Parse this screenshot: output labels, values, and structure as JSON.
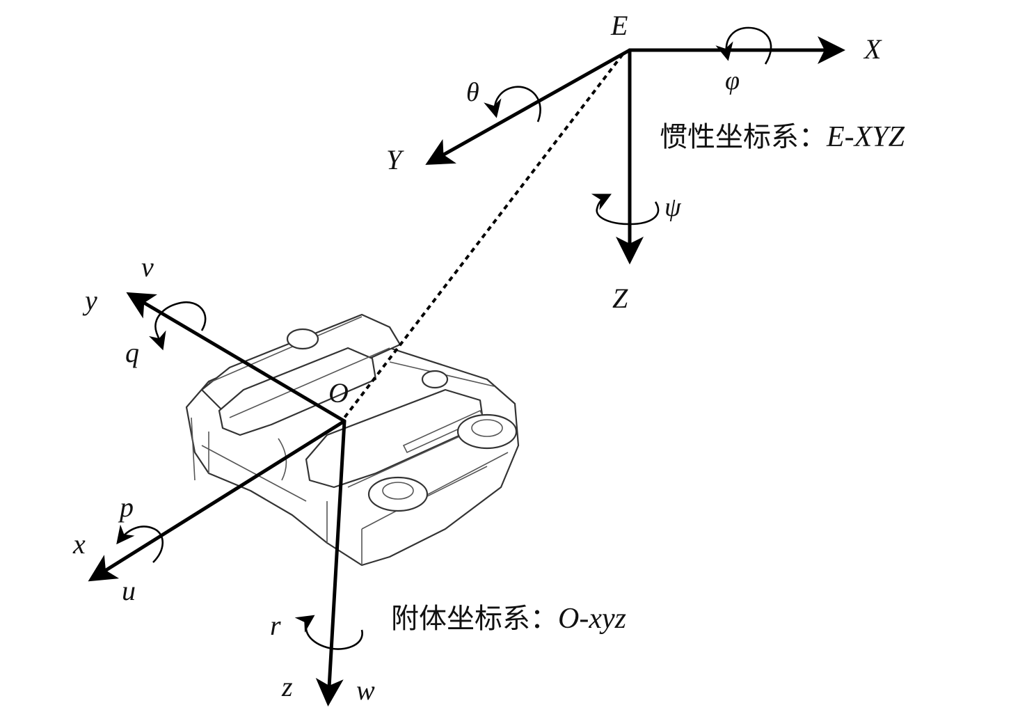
{
  "inertial_frame": {
    "origin": "E",
    "axis_x": "X",
    "axis_y": "Y",
    "axis_z": "Z",
    "rot_x": "φ",
    "rot_y": "θ",
    "rot_z": "ψ",
    "caption_cn": "惯性坐标系：",
    "caption_sym": "E-XYZ"
  },
  "body_frame": {
    "origin": "O",
    "axis_x": "x",
    "axis_y": "y",
    "axis_z": "z",
    "vel_x": "u",
    "vel_y": "v",
    "vel_z": "w",
    "rot_x": "p",
    "rot_y": "q",
    "rot_z": "r",
    "caption_cn": "附体坐标系：",
    "caption_sym": "O-xyz"
  },
  "colors": {
    "line": "#000000",
    "text": "#111111",
    "vehicle_outline": "#333333"
  }
}
